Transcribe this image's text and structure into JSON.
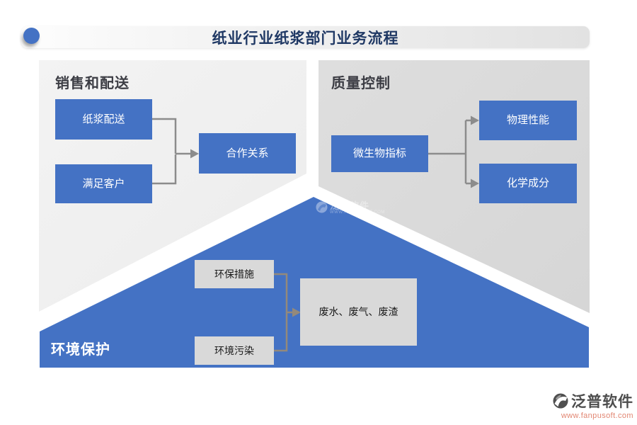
{
  "header": {
    "title": "纸业行业纸浆部门业务流程"
  },
  "sections": {
    "sales": {
      "title": "销售和配送",
      "nodes": {
        "pulp_delivery": "纸浆配送",
        "satisfy_customers": "满足客户",
        "partnership": "合作关系"
      }
    },
    "quality": {
      "title": "质量控制",
      "nodes": {
        "microbial": "微生物指标",
        "physical": "物理性能",
        "chemical": "化学成分"
      }
    },
    "environment": {
      "title": "环境保护",
      "nodes": {
        "measures": "环保措施",
        "pollution": "环境污染",
        "waste": "废水、废气、废渣"
      }
    }
  },
  "watermark": {
    "text": "泛普软件",
    "subtext": "WWW.FANPUSOFT.COM"
  },
  "footer": {
    "brand": "泛普软件",
    "url": "www.fanpusoft.com"
  },
  "colors": {
    "accent_blue": "#4472c4",
    "panel_light": "#f1f1f1",
    "panel_dark": "#d9d9d9",
    "node_gray": "#d9d9d9",
    "connector_gray": "#8c8c8c",
    "connector_tan": "#93897b",
    "title_navy": "#1f3864",
    "footer_url_color": "#e28672"
  }
}
